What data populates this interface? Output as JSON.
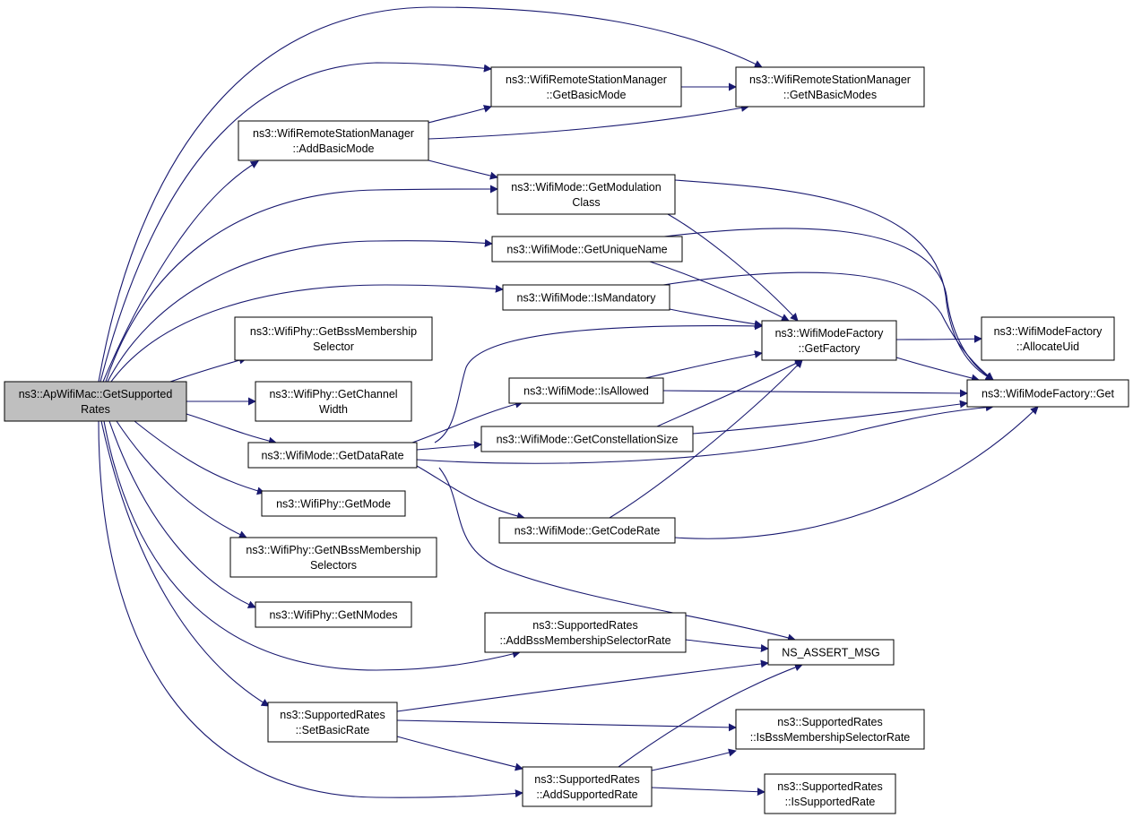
{
  "diagram": {
    "nodes": [
      {
        "id": "root",
        "lines": [
          "ns3::ApWifiMac::GetSupported",
          "Rates"
        ],
        "root": true
      },
      {
        "id": "rsm_getbasicmode",
        "lines": [
          "ns3::WifiRemoteStationManager",
          "::GetBasicMode"
        ]
      },
      {
        "id": "rsm_getnbasicmodes",
        "lines": [
          "ns3::WifiRemoteStationManager",
          "::GetNBasicModes"
        ]
      },
      {
        "id": "rsm_addbasicmode",
        "lines": [
          "ns3::WifiRemoteStationManager",
          "::AddBasicMode"
        ]
      },
      {
        "id": "wm_getmodulationclass",
        "lines": [
          "ns3::WifiMode::GetModulation",
          "Class"
        ]
      },
      {
        "id": "wm_getuniquename",
        "lines": [
          "ns3::WifiMode::GetUniqueName"
        ]
      },
      {
        "id": "wm_ismandatory",
        "lines": [
          "ns3::WifiMode::IsMandatory"
        ]
      },
      {
        "id": "wmf_getfactory",
        "lines": [
          "ns3::WifiModeFactory",
          "::GetFactory"
        ]
      },
      {
        "id": "wmf_allocateuid",
        "lines": [
          "ns3::WifiModeFactory",
          "::AllocateUid"
        ]
      },
      {
        "id": "wmf_get",
        "lines": [
          "ns3::WifiModeFactory::Get"
        ]
      },
      {
        "id": "wp_getbssmembershipselector",
        "lines": [
          "ns3::WifiPhy::GetBssMembership",
          "Selector"
        ]
      },
      {
        "id": "wp_getchannelwidth",
        "lines": [
          "ns3::WifiPhy::GetChannel",
          "Width"
        ]
      },
      {
        "id": "wm_isallowed",
        "lines": [
          "ns3::WifiMode::IsAllowed"
        ]
      },
      {
        "id": "wm_getconstellationsize",
        "lines": [
          "ns3::WifiMode::GetConstellationSize"
        ]
      },
      {
        "id": "wm_getdatarate",
        "lines": [
          "ns3::WifiMode::GetDataRate"
        ]
      },
      {
        "id": "wp_getmode",
        "lines": [
          "ns3::WifiPhy::GetMode"
        ]
      },
      {
        "id": "wm_getcoderate",
        "lines": [
          "ns3::WifiMode::GetCodeRate"
        ]
      },
      {
        "id": "wp_getnbssmembershipselectors",
        "lines": [
          "ns3::WifiPhy::GetNBssMembership",
          "Selectors"
        ]
      },
      {
        "id": "wp_getnmodes",
        "lines": [
          "ns3::WifiPhy::GetNModes"
        ]
      },
      {
        "id": "sr_addbssmembershipselectorrate",
        "lines": [
          "ns3::SupportedRates",
          "::AddBssMembershipSelectorRate"
        ]
      },
      {
        "id": "ns_assert_msg",
        "lines": [
          "NS_ASSERT_MSG"
        ]
      },
      {
        "id": "sr_setbasicrate",
        "lines": [
          "ns3::SupportedRates",
          "::SetBasicRate"
        ]
      },
      {
        "id": "sr_isbssmembershipselectorrate",
        "lines": [
          "ns3::SupportedRates",
          "::IsBssMembershipSelectorRate"
        ]
      },
      {
        "id": "sr_addsupportedrate",
        "lines": [
          "ns3::SupportedRates",
          "::AddSupportedRate"
        ]
      },
      {
        "id": "sr_issupportedrate",
        "lines": [
          "ns3::SupportedRates",
          "::IsSupportedRate"
        ]
      }
    ],
    "edges": [
      [
        "root",
        "rsm_getnbasicmodes"
      ],
      [
        "root",
        "rsm_getbasicmode"
      ],
      [
        "root",
        "rsm_addbasicmode"
      ],
      [
        "root",
        "wm_getmodulationclass"
      ],
      [
        "root",
        "wm_getuniquename"
      ],
      [
        "root",
        "wm_ismandatory"
      ],
      [
        "root",
        "wp_getbssmembershipselector"
      ],
      [
        "root",
        "wp_getchannelwidth"
      ],
      [
        "root",
        "wm_getdatarate"
      ],
      [
        "root",
        "wp_getmode"
      ],
      [
        "root",
        "wp_getnbssmembershipselectors"
      ],
      [
        "root",
        "wp_getnmodes"
      ],
      [
        "root",
        "sr_addbssmembershipselectorrate"
      ],
      [
        "root",
        "sr_setbasicrate"
      ],
      [
        "root",
        "sr_addsupportedrate"
      ],
      [
        "rsm_getbasicmode",
        "rsm_getnbasicmodes"
      ],
      [
        "rsm_addbasicmode",
        "rsm_getbasicmode"
      ],
      [
        "rsm_addbasicmode",
        "rsm_getnbasicmodes"
      ],
      [
        "rsm_addbasicmode",
        "wm_getmodulationclass"
      ],
      [
        "wm_getmodulationclass",
        "wmf_getfactory"
      ],
      [
        "wm_getmodulationclass",
        "wmf_get"
      ],
      [
        "wm_getuniquename",
        "wmf_getfactory"
      ],
      [
        "wm_getuniquename",
        "wmf_get"
      ],
      [
        "wm_ismandatory",
        "wmf_getfactory"
      ],
      [
        "wm_ismandatory",
        "wmf_get"
      ],
      [
        "wmf_getfactory",
        "wmf_allocateuid"
      ],
      [
        "wmf_getfactory",
        "wmf_get"
      ],
      [
        "wm_isallowed",
        "wmf_getfactory"
      ],
      [
        "wm_isallowed",
        "wmf_get"
      ],
      [
        "wm_getconstellationsize",
        "wmf_getfactory"
      ],
      [
        "wm_getconstellationsize",
        "wmf_get"
      ],
      [
        "wm_getdatarate",
        "wmf_getfactory"
      ],
      [
        "wm_getdatarate",
        "wm_isallowed"
      ],
      [
        "wm_getdatarate",
        "wm_getconstellationsize"
      ],
      [
        "wm_getdatarate",
        "wmf_get"
      ],
      [
        "wm_getdatarate",
        "wm_getcoderate"
      ],
      [
        "wm_getdatarate",
        "ns_assert_msg"
      ],
      [
        "wm_getcoderate",
        "wmf_getfactory"
      ],
      [
        "wm_getcoderate",
        "wmf_get"
      ],
      [
        "sr_addbssmembershipselectorrate",
        "ns_assert_msg"
      ],
      [
        "sr_setbasicrate",
        "ns_assert_msg"
      ],
      [
        "sr_setbasicrate",
        "sr_isbssmembershipselectorrate"
      ],
      [
        "sr_setbasicrate",
        "sr_addsupportedrate"
      ],
      [
        "sr_addsupportedrate",
        "ns_assert_msg"
      ],
      [
        "sr_addsupportedrate",
        "sr_isbssmembershipselectorrate"
      ],
      [
        "sr_addsupportedrate",
        "sr_issupportedrate"
      ]
    ],
    "colors": {
      "edge": "#191970",
      "node_border": "#000000",
      "root_fill": "#bfbfbf",
      "node_fill": "#ffffff"
    }
  }
}
